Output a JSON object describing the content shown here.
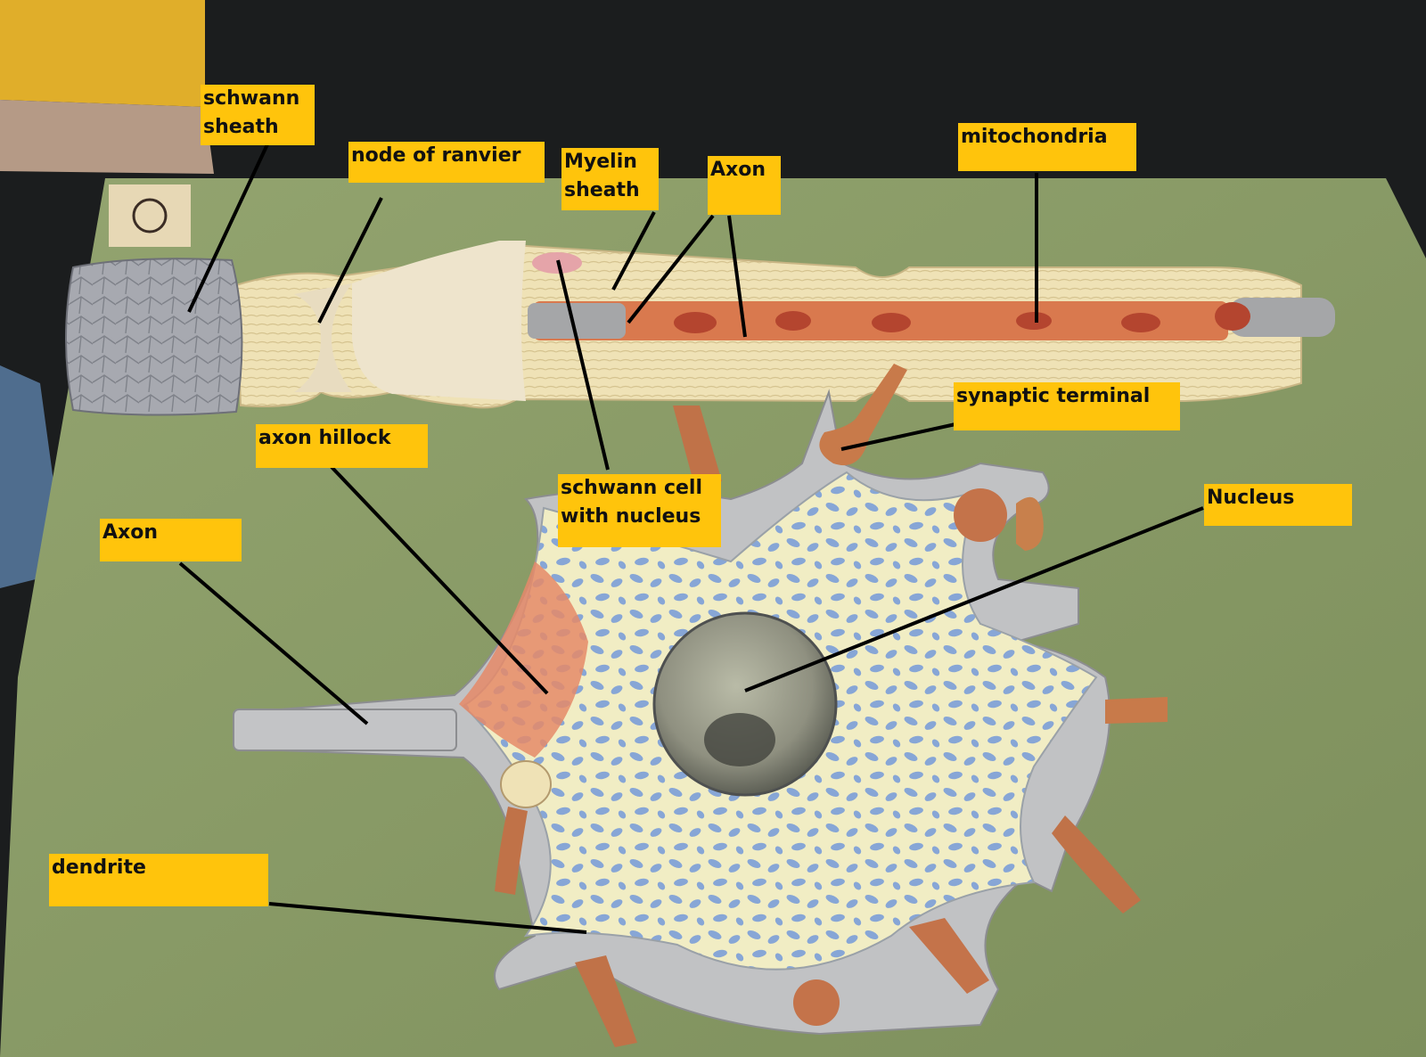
{
  "diagram": {
    "labels": [
      {
        "id": "schwann-sheath",
        "text": "schwann\nsheath"
      },
      {
        "id": "node-of-ranvier",
        "text": "node of ranvier"
      },
      {
        "id": "myelin-sheath",
        "text": "Myelin\nsheath"
      },
      {
        "id": "axon-top",
        "text": "Axon"
      },
      {
        "id": "mitochondria",
        "text": "mitochondria"
      },
      {
        "id": "synaptic-terminal",
        "text": "synaptic terminal"
      },
      {
        "id": "axon-hillock",
        "text": "axon hillock"
      },
      {
        "id": "schwann-cell-with-nucleus",
        "text": "schwann cell\nwith nucleus"
      },
      {
        "id": "nucleus",
        "text": "Nucleus"
      },
      {
        "id": "axon-left",
        "text": "Axon"
      },
      {
        "id": "dendrite",
        "text": "dendrite"
      }
    ]
  },
  "colors": {
    "label_fill": "#ffc40c",
    "leader_line": "#000000",
    "board": "#8ea06a",
    "myelin": "#efe2b6",
    "axon_core": "#d9794e",
    "sheath": "#a7a9b0",
    "cytoplasm": "#f1edc4",
    "organelle": "#87a6d6",
    "nucleus": "#8f9080"
  }
}
